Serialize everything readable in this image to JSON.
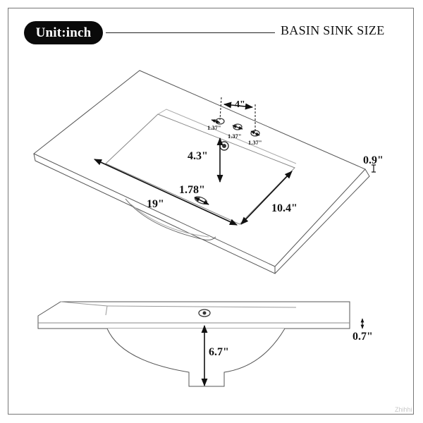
{
  "header": {
    "unit_label": "Unit:inch",
    "title": "BASIN SINK SIZE"
  },
  "top_view": {
    "faucet_spacing": "4\"",
    "hole_a": "1.37\"",
    "hole_b": "1.37\"",
    "hole_c": "1.37\"",
    "drain_offset": "4.3\"",
    "overflow_size": "1.78\"",
    "bowl_length": "19\"",
    "bowl_width": "10.4\"",
    "deck_thickness": "0.9\""
  },
  "side_view": {
    "bowl_depth": "6.7\"",
    "lip_thickness": "0.7\""
  },
  "watermark": "Zhihhi"
}
